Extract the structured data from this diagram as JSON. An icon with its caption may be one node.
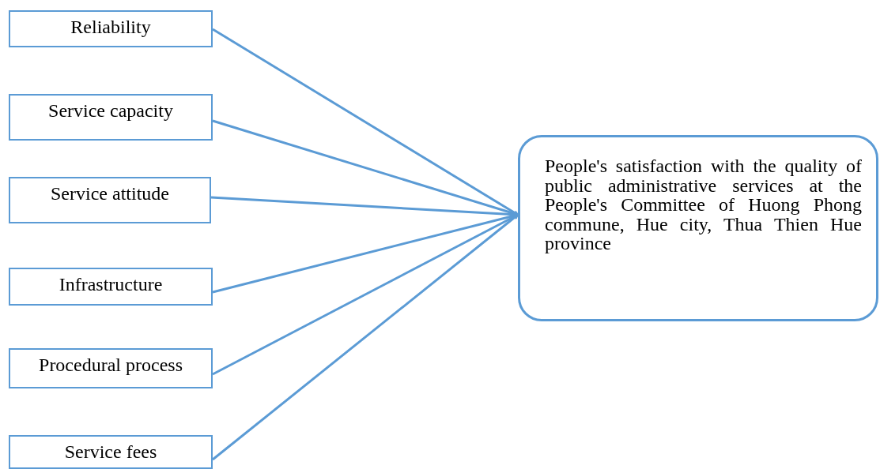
{
  "diagram": {
    "nodes": [
      {
        "text": [
          "Reliability"
        ]
      },
      {
        "text": [
          "Service capacity"
        ]
      },
      {
        "text": [
          "Service attitude"
        ]
      },
      {
        "text": [
          "Infrastructure"
        ]
      },
      {
        "text": [
          "Procedural process"
        ]
      },
      {
        "text": [
          "Service fees"
        ]
      },
      {
        "text": [
          "People's satisfaction with the quality of public administrative services at the People's Committee of Huong Phong commune, Hue city, Thua Thien Hue province"
        ]
      }
    ],
    "edges": [
      {
        "from": 0,
        "to": 6,
        "arrow": "to"
      },
      {
        "from": 1,
        "to": 6,
        "arrow": "to"
      },
      {
        "from": 2,
        "to": 6,
        "arrow": "to"
      },
      {
        "from": 3,
        "to": 6,
        "arrow": "to"
      },
      {
        "from": 4,
        "to": 6,
        "arrow": "to"
      },
      {
        "from": 5,
        "to": 6,
        "arrow": "to"
      }
    ]
  }
}
